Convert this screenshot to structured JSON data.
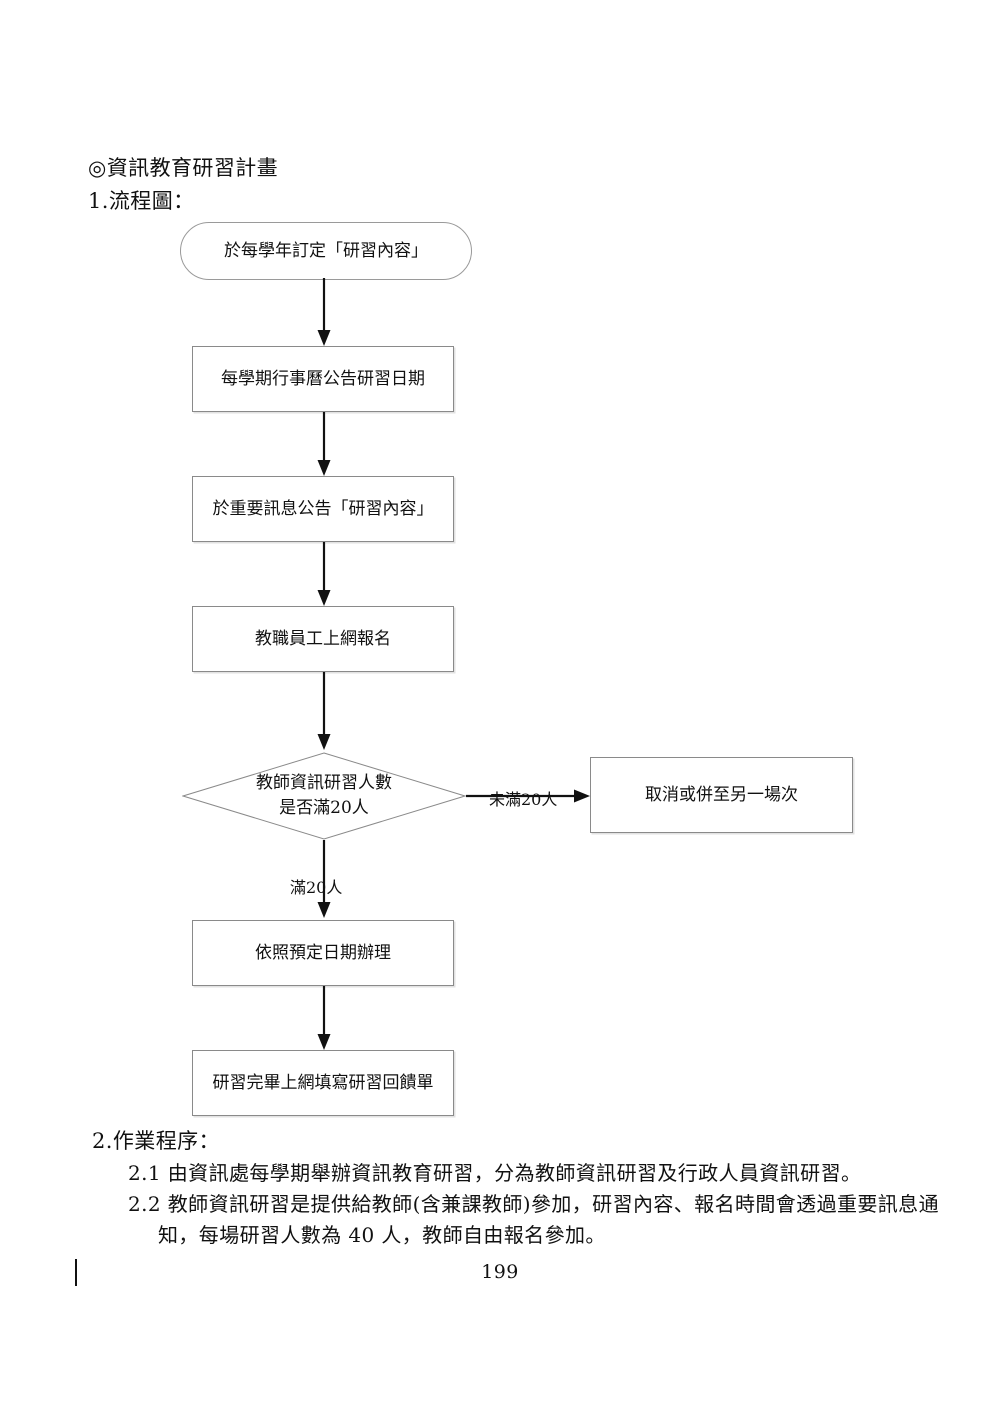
{
  "document": {
    "heading": "◎資訊教育研習計畫",
    "subheading": "1.流程圖：",
    "page_number": "199"
  },
  "flowchart": {
    "nodes": [
      {
        "id": "start",
        "type": "terminator",
        "label": "於每學年訂定「研習內容」"
      },
      {
        "id": "step1",
        "type": "process",
        "label": "每學期行事曆公告研習日期"
      },
      {
        "id": "step2",
        "type": "process",
        "label": "於重要訊息公告「研習內容」"
      },
      {
        "id": "step3",
        "type": "process",
        "label": "教職員工上網報名"
      },
      {
        "id": "decision",
        "type": "decision",
        "label_line1": "教師資訊研習人數",
        "label_line2": "是否滿20人"
      },
      {
        "id": "cancel",
        "type": "process",
        "label": "取消或併至另一場次"
      },
      {
        "id": "step4",
        "type": "process",
        "label": "依照預定日期辦理"
      },
      {
        "id": "step5",
        "type": "process",
        "label": "研習完畢上網填寫研習回饋單"
      }
    ],
    "edge_labels": {
      "no_branch": "未滿20人",
      "yes_branch": "滿20人"
    }
  },
  "procedures": {
    "title": "2.作業程序：",
    "items": [
      "2.1 由資訊處每學期舉辦資訊教育研習，分為教師資訊研習及行政人員資訊研習。",
      "2.2 教師資訊研習是提供給教師(含兼課教師)參加，研習內容、報名時間會透過重要訊息通",
      "知，每場研習人數為 40 人，教師自由報名參加。"
    ]
  }
}
